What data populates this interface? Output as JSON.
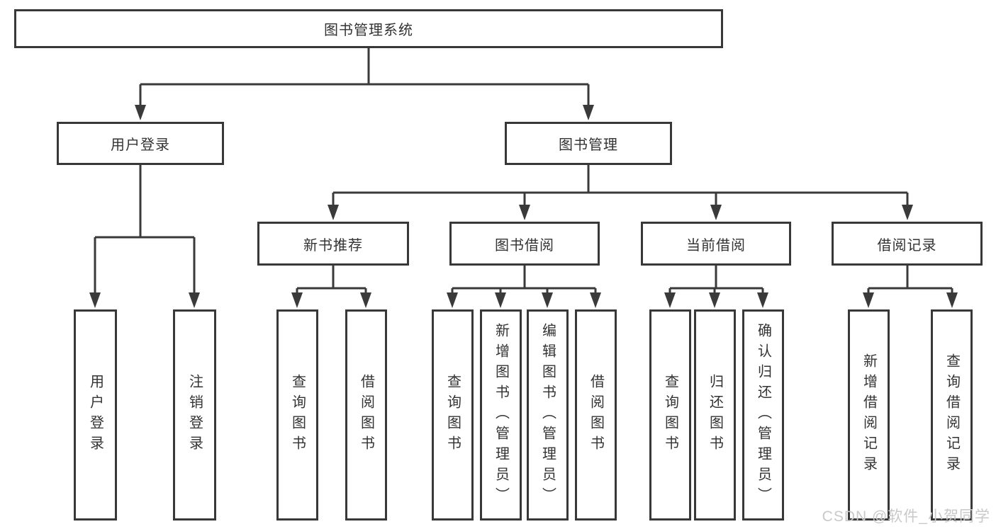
{
  "diagram": {
    "root": {
      "label": "图书管理系统"
    },
    "branches": [
      {
        "label": "用户登录",
        "children": [
          {
            "label": "用户登录"
          },
          {
            "label": "注销登录"
          }
        ]
      },
      {
        "label": "图书管理",
        "children": [
          {
            "label": "新书推荐",
            "children": [
              {
                "label": "查询图书"
              },
              {
                "label": "借阅图书"
              }
            ]
          },
          {
            "label": "图书借阅",
            "children": [
              {
                "label": "查询图书"
              },
              {
                "label": "新增图书（管理员）"
              },
              {
                "label": "编辑图书（管理员）"
              },
              {
                "label": "借阅图书"
              }
            ]
          },
          {
            "label": "当前借阅",
            "children": [
              {
                "label": "查询图书"
              },
              {
                "label": "归还图书"
              },
              {
                "label": "确认归还（管理员）"
              }
            ]
          },
          {
            "label": "借阅记录",
            "children": [
              {
                "label": "新增借阅记录"
              },
              {
                "label": "查询借阅记录"
              }
            ]
          }
        ]
      }
    ]
  },
  "colors": {
    "line": "#3a3a3a",
    "border": "#383838",
    "text": "#333333",
    "watermark": "#c9c9c9"
  },
  "watermark": {
    "text": "CSDN @软件_小贺同学"
  }
}
